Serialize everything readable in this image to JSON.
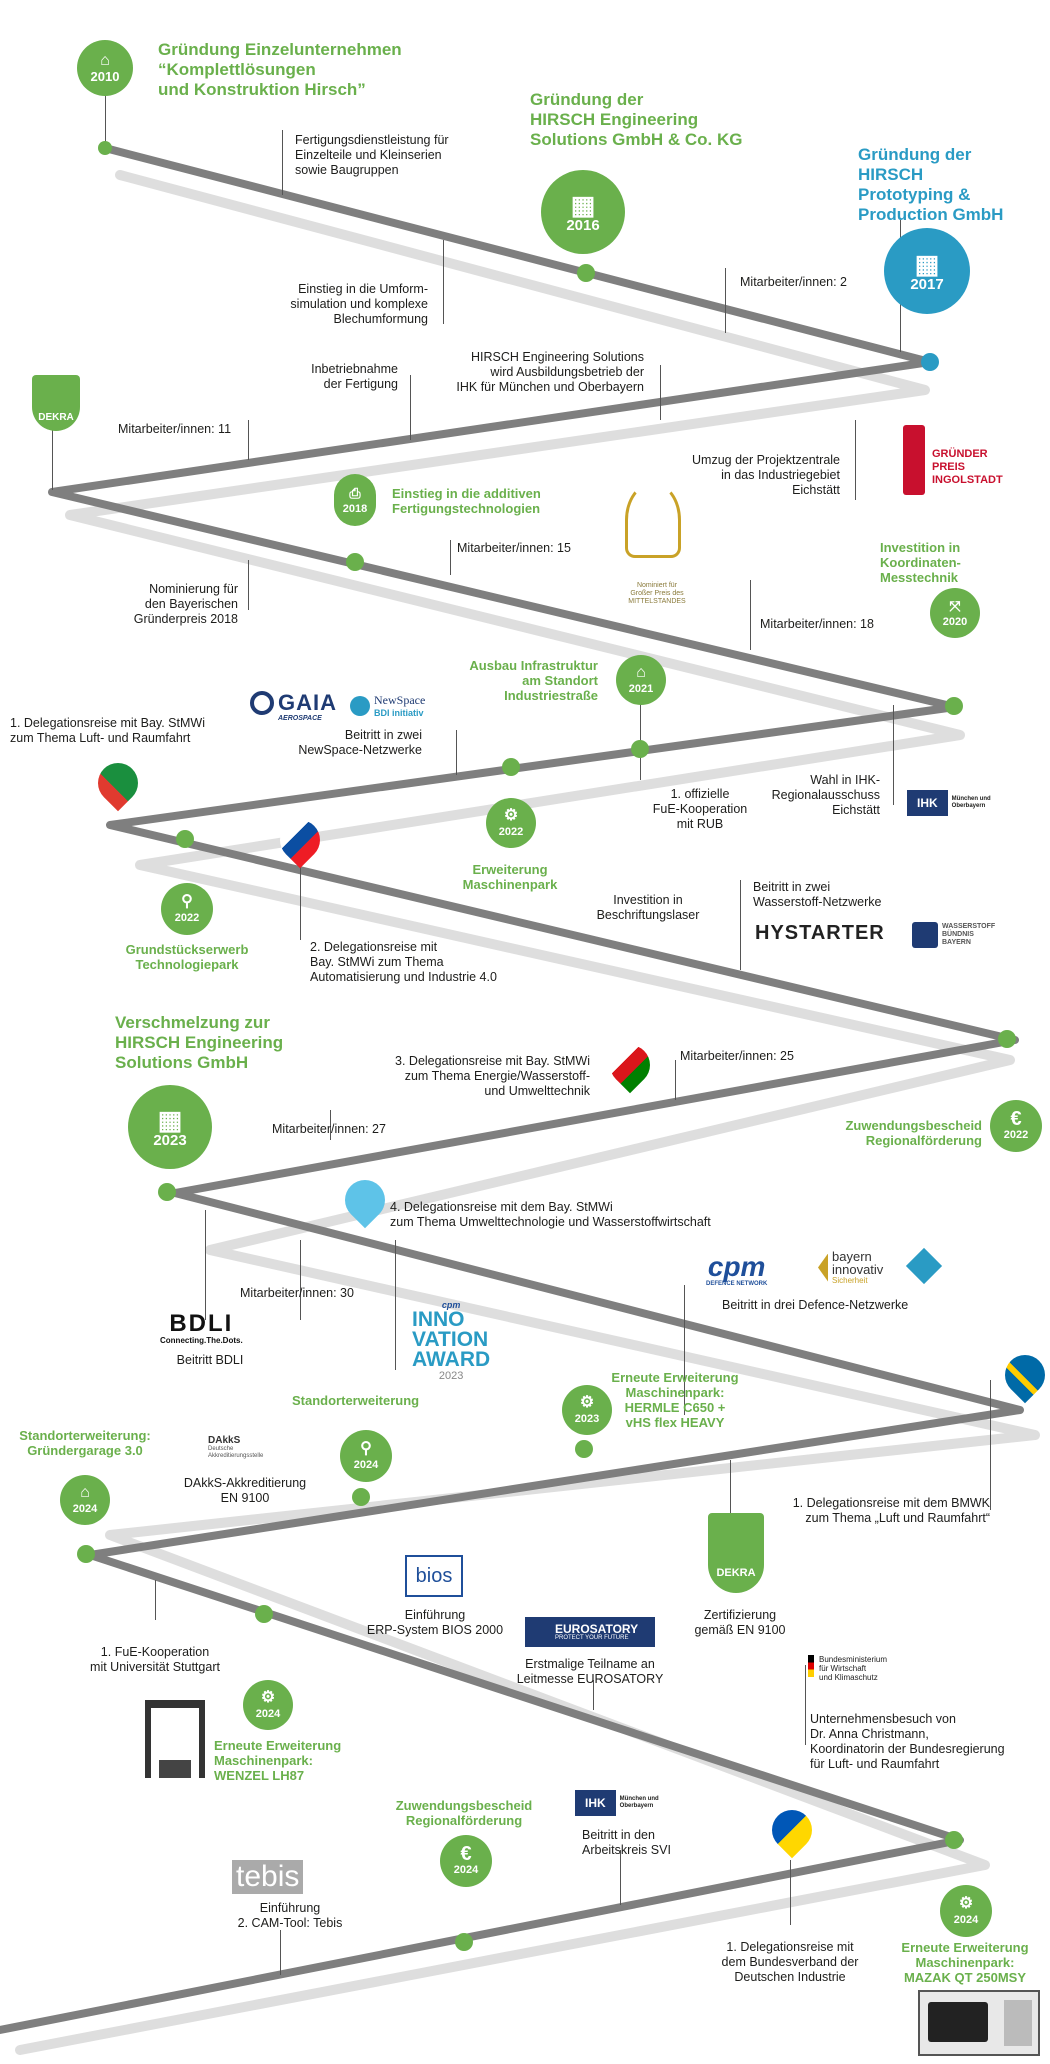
{
  "colors": {
    "green": "#6ab04c",
    "blue": "#2a9bc4",
    "road_dark": "#7a7a7a",
    "road_light": "#d9d9d9"
  },
  "milestones": {
    "m2010": {
      "title": "Gründung Einzelunternehmen\n“Komplettlösungen\nund Konstruktion Hirsch”",
      "year": "2010",
      "icon": "house-icon"
    },
    "m2016": {
      "title": "Gründung der\nHIRSCH Engineering\nSolutions GmbH & Co. KG",
      "year": "2016",
      "icon": "building-icon"
    },
    "m2017": {
      "title": "Gründung der\nHIRSCH\nPrototyping &\nProduction GmbH",
      "year": "2017",
      "icon": "building-icon"
    },
    "m2018": {
      "title": "Einstieg in die additiven\nFertigungstechnologien",
      "year": "2018",
      "icon": "printer-icon"
    },
    "m2020": {
      "title": "Investition in\nKoordinaten-\nMesstechnik",
      "year": "2020",
      "icon": "axes-icon"
    },
    "m2021": {
      "title": "Ausbau Infrastruktur\nam Standort\nIndustriestraße",
      "year": "2021",
      "icon": "house-icon"
    },
    "m2022a": {
      "title": "Erweiterung\nMaschinenpark",
      "year": "2022",
      "icon": "gear-icon"
    },
    "m2022b": {
      "title": "Grundstückserwerb\nTechnologiepark",
      "year": "2022",
      "icon": "pin-icon"
    },
    "m2022c": {
      "title": "Zuwendungsbescheid\nRegionalförderung",
      "year": "2022",
      "icon": "euro-icon"
    },
    "m2023a": {
      "title": "Verschmelzung zur\nHIRSCH Engineering\nSolutions GmbH",
      "year": "2023",
      "icon": "building-icon"
    },
    "m2023b": {
      "title": "Erneute Erweiterung\nMaschinenpark:\nHERMLE C650 +\nvHS flex HEAVY",
      "year": "2023",
      "icon": "gear-icon"
    },
    "m2024a": {
      "title": "Standorterweiterung",
      "year": "2024",
      "icon": "pin-icon"
    },
    "m2024b": {
      "title": "Standorterweiterung:\nGründergarage 3.0",
      "year": "2024",
      "icon": "house-icon"
    },
    "m2024c": {
      "title": "Erneute Erweiterung\nMaschinenpark:\nWENZEL LH87",
      "year": "2024",
      "icon": "gear-icon"
    },
    "m2024d": {
      "title": "Zuwendungsbescheid\nRegionalförderung",
      "year": "2024",
      "icon": "euro-icon"
    },
    "m2024e": {
      "title": "Erneute Erweiterung\nMaschinenpark:\nMAZAK QT 250MSY",
      "year": "2024",
      "icon": "gear-icon"
    }
  },
  "events": {
    "e1": "Fertigungsdienstleistung für\nEinzelteile und Kleinserien\nsowie Baugruppen",
    "e2": "Einstieg in die Umform-\nsimulation und komplexe\nBlechumformung",
    "e3": "Mitarbeiter/innen: 2",
    "e4": "Inbetriebnahme\nder Fertigung",
    "e5": "HIRSCH Engineering Solutions\nwird Ausbildungsbetrieb der\nIHK für München und Oberbayern",
    "e6": "Mitarbeiter/innen: 11",
    "e7": "Umzug der Projektzentrale\nin das Industriegebiet\nEichstätt",
    "e8": "Mitarbeiter/innen: 15",
    "e9": "Nominierung für\nden Bayerischen\nGründerpreis 2018",
    "e10": "Mitarbeiter/innen: 18",
    "e11": "1. Delegationsreise mit Bay. StMWi\nzum Thema Luft- und Raumfahrt",
    "e12": "Beitritt in zwei\nNewSpace-Netzwerke",
    "e13": "1. offizielle\nFuE-Kooperation\nmit RUB",
    "e14": "Wahl in IHK-\nRegionalausschuss\nEichstätt",
    "e15": "Investition in\nBeschriftungslaser",
    "e16": "Beitritt in zwei\nWasserstoff-Netzwerke",
    "e17": "2. Delegationsreise mit\nBay. StMWi zum Thema\nAutomatisierung und Industrie 4.0",
    "e18": "3. Delegationsreise mit Bay. StMWi\nzum Thema Energie/Wasserstoff-\nund Umwelttechnik",
    "e19": "Mitarbeiter/innen: 25",
    "e20": "Mitarbeiter/innen: 27",
    "e21": "4. Delegationsreise mit dem Bay. StMWi\nzum Thema Umwelttechnologie und Wasserstoffwirtschaft",
    "e22": "Mitarbeiter/innen: 30",
    "e23": "Beitritt BDLI",
    "e24": "Beitritt in drei Defence-Netzwerke",
    "e25": "DAkkS-Akkreditierung\nEN 9100",
    "e26": "1. Delegationsreise mit dem BMWK\nzum Thema „Luft und Raumfahrt“",
    "e27": "Einführung\nERP-System BIOS 2000",
    "e28": "Zertifizierung\ngemäß EN 9100",
    "e29": "1. FuE-Kooperation\nmit Universität Stuttgart",
    "e30": "Erstmalige Teilname an\nLeitmesse EUROSATORY",
    "e31": "Unternehmensbesuch von\nDr. Anna Christmann,\nKoordinatorin der Bundesregierung\nfür Luft- und Raumfahrt",
    "e32": "Beitritt in den\nArbeitskreis SVI",
    "e33": "Einführung\n2. CAM-Tool: Tebis",
    "e34": "1. Delegationsreise mit\ndem Bundesverband der\nDeutschen Industrie"
  },
  "logos": {
    "dekra": "DEKRA",
    "gruender": "GRÜNDER\nPREIS\nINGOLSTADT",
    "nominiert": "Nominiert für\nGroßer Preis des\nMITTELSTANDES",
    "gaia": "GAIA",
    "gaia_sub": "AEROSPACE",
    "newspace": "NewSpace",
    "newspace_sub": "BDI initiativ",
    "ihk": "IHK",
    "ihk_sub": "München und\nOberbayern",
    "hystarter": "HYSTARTER",
    "wasserstoff": "WASSERSTOFF\nBÜNDNIS\nBAYERN",
    "cpm": "cpm",
    "cpm_sub": "DEFENCE NETWORK",
    "bayern_innovativ": "bayern\ninnovativ",
    "bayern_sub": "Sicherheit",
    "bdli": "BDLI",
    "bdli_sub": "Connecting.The.Dots.",
    "award_top": "cpm",
    "award": "INNO\nVATION\nAWARD",
    "award_year": "2023",
    "dakks": "DAkkS",
    "dakks_sub": "Deutsche\nAkkreditierungsstelle",
    "bios": "bios",
    "eurosatory": "EUROSATORY",
    "eurosatory_sub": "PROTECT YOUR FUTURE",
    "bmwk": "Bundesministerium\nfür Wirtschaft\nund Klimaschutz",
    "tebis": "tebis"
  }
}
